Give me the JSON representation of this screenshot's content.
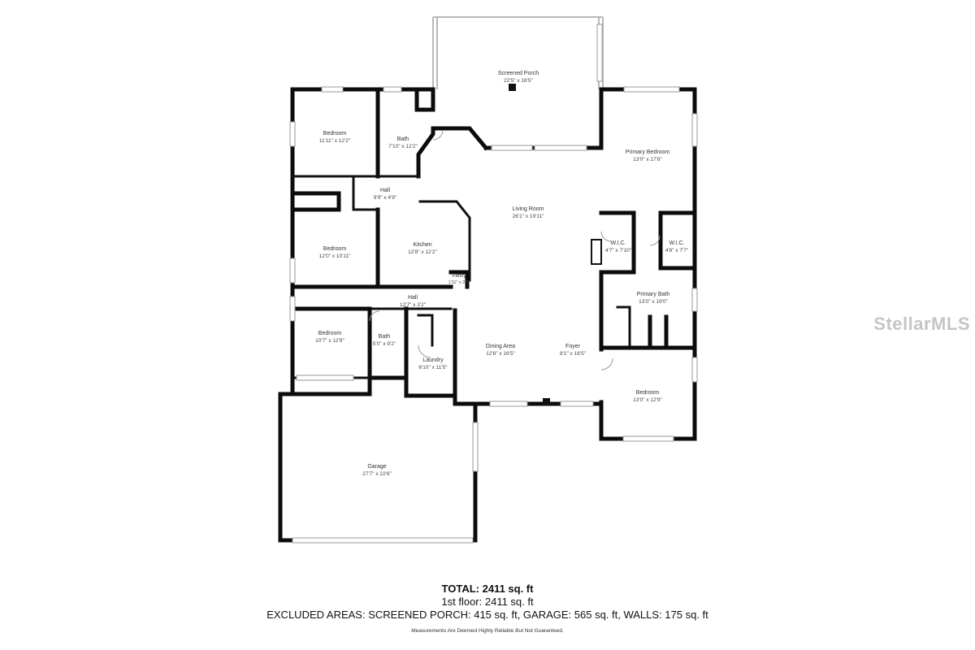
{
  "rooms": [
    {
      "id": "screened-porch",
      "name": "Screened Porch",
      "dim": "22'5\" x 18'5\""
    },
    {
      "id": "bedroom-nw",
      "name": "Bedroom",
      "dim": "11'11\" x 12'2\""
    },
    {
      "id": "bath-n",
      "name": "Bath",
      "dim": "7'10\" x 12'2\""
    },
    {
      "id": "hall-n",
      "name": "Hall",
      "dim": "9'9\" x 4'9\""
    },
    {
      "id": "primary-bedroom",
      "name": "Primary Bedroom",
      "dim": "13'0\" x 17'8\""
    },
    {
      "id": "living-room",
      "name": "Living Room",
      "dim": "26'1\" x 19'11\""
    },
    {
      "id": "bedroom-w",
      "name": "Bedroom",
      "dim": "12'0\" x 10'11\""
    },
    {
      "id": "kitchen",
      "name": "Kitchen",
      "dim": "12'8\" x 12'2\""
    },
    {
      "id": "pantry",
      "name": "Pantry",
      "dim": "1'11\" x 2'1\""
    },
    {
      "id": "wic-1",
      "name": "W.I.C.",
      "dim": "4'7\" x 7'10\""
    },
    {
      "id": "wic-2",
      "name": "W.I.C.",
      "dim": "4'8\" x 7'7\""
    },
    {
      "id": "hall-s",
      "name": "Hall",
      "dim": "12'7\" x 3'2\""
    },
    {
      "id": "primary-bath",
      "name": "Primary Bath",
      "dim": "13'0\" x 19'0\""
    },
    {
      "id": "bedroom-sw",
      "name": "Bedroom",
      "dim": "10'7\" x 12'9\""
    },
    {
      "id": "bath-s",
      "name": "Bath",
      "dim": "5'0\" x 9'2\""
    },
    {
      "id": "laundry",
      "name": "Laundry",
      "dim": "6'10\" x 11'5\""
    },
    {
      "id": "dining-area",
      "name": "Dining Area",
      "dim": "12'6\" x 16'5\""
    },
    {
      "id": "foyer",
      "name": "Foyer",
      "dim": "8'1\" x 16'5\""
    },
    {
      "id": "bedroom-se",
      "name": "Bedroom",
      "dim": "13'0\" x 12'9\""
    },
    {
      "id": "garage",
      "name": "Garage",
      "dim": "27'7\" x 22'6\""
    }
  ],
  "watermark": "StellarMLS",
  "summary": {
    "total": "TOTAL: 2411 sq. ft",
    "floor": "1st floor: 2411 sq. ft",
    "excluded": "EXCLUDED AREAS: SCREENED PORCH: 415 sq. ft, GARAGE: 565 sq. ft, WALLS: 175 sq. ft",
    "disclaimer": "Measurements Are Deemed Highly Reliable But Not Guaranteed."
  }
}
